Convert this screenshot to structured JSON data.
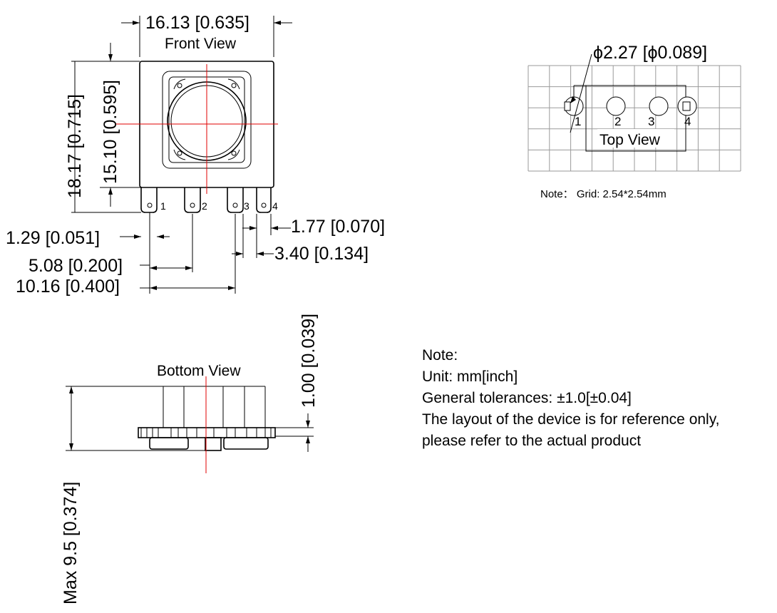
{
  "front_view": {
    "label": "Front View",
    "pins": [
      "1",
      "2",
      "3",
      "4"
    ],
    "dimensions": {
      "width": "16.13 [0.635]",
      "height_total": "18.17 [0.715]",
      "height_body": "15.10 [0.595]",
      "pin_width": "1.29 [0.051]",
      "pin_pitch": "5.08 [0.200]",
      "pin_span": "10.16 [0.400]",
      "pin_gap": "1.77 [0.070]",
      "pin_offset": "3.40 [0.134]"
    }
  },
  "top_view": {
    "label": "Top View",
    "hole_diameter": "ϕ2.27 [ϕ0.089]",
    "pins": [
      "1",
      "2",
      "3",
      "4"
    ],
    "grid_note": "Note： Grid: 2.54*2.54mm"
  },
  "bottom_view": {
    "label": "Bottom View",
    "dimensions": {
      "thickness": "1.00 [0.039]",
      "max_height": "Max 9.5 [0.374]"
    }
  },
  "notes": {
    "title": "Note:",
    "lines": [
      "Unit: mm[inch]",
      "General tolerances: ±1.0[±0.04]",
      "The layout of the device is for reference only,",
      "please refer to the actual product"
    ]
  }
}
